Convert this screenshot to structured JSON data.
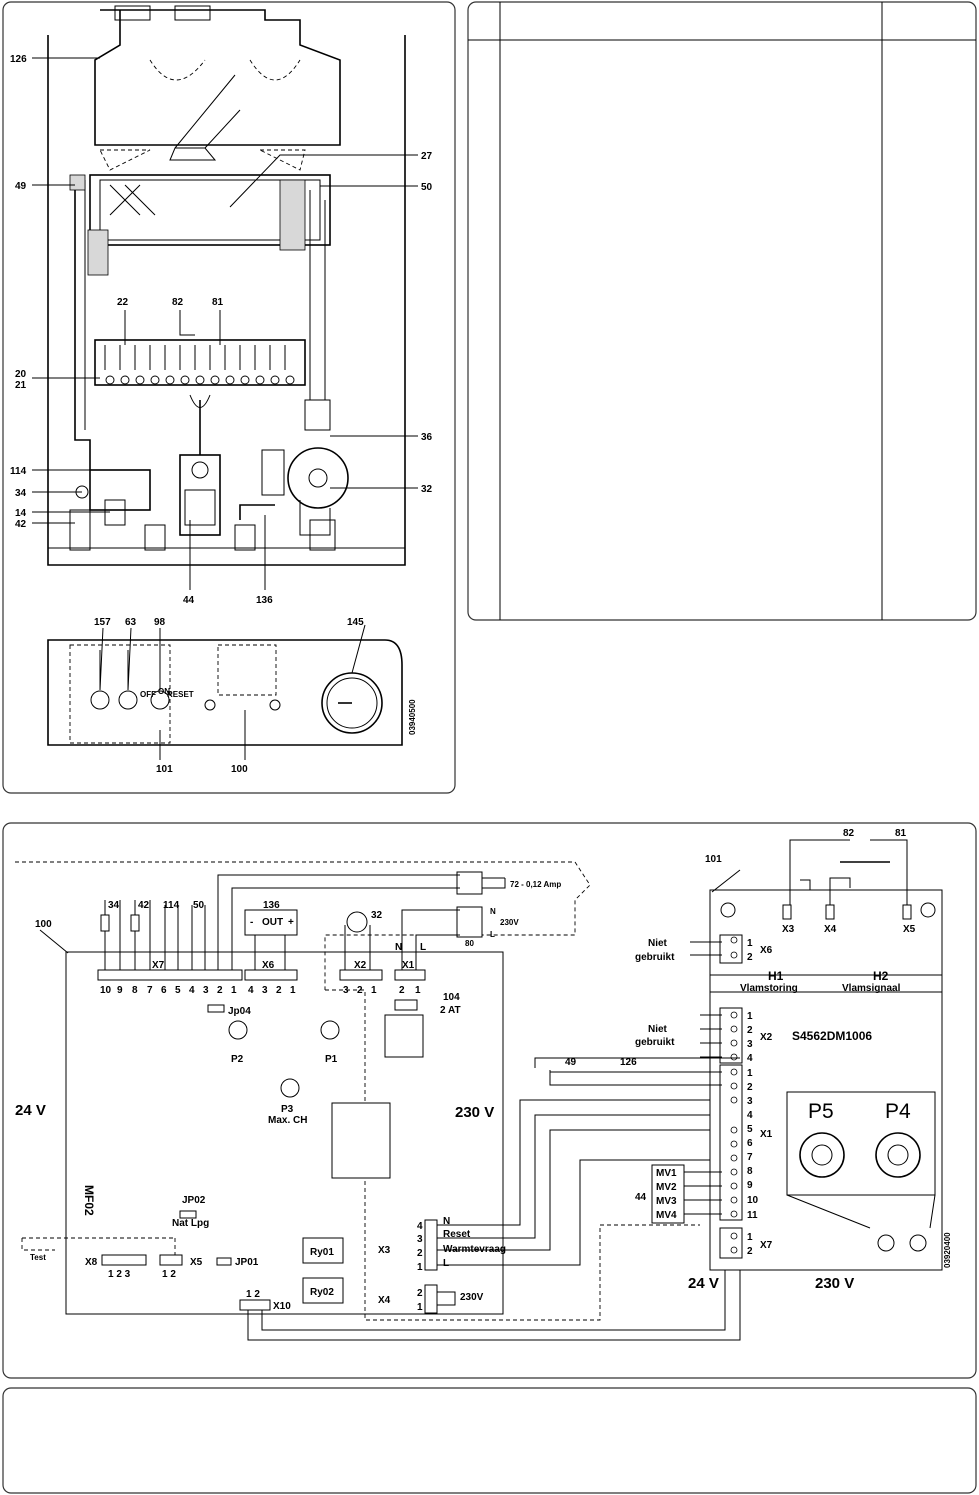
{
  "top_figure": {
    "callouts": {
      "c126": "126",
      "c49": "49",
      "c27": "27",
      "c50": "50",
      "c22": "22",
      "c82": "82",
      "c81": "81",
      "c20": "20",
      "c21": "21",
      "c36": "36",
      "c114": "114",
      "c34": "34",
      "c32": "32",
      "c14": "14",
      "c42": "42",
      "c44": "44",
      "c136": "136"
    }
  },
  "panel_figure": {
    "callouts": {
      "c157": "157",
      "c63": "63",
      "c98": "98",
      "c145": "145",
      "c101": "101",
      "c100": "100"
    },
    "switch_off": "OFF",
    "switch_on": "ON",
    "switch_reset": "RESET",
    "code": "03940500"
  },
  "wiring": {
    "board_100": "100",
    "board_101": "101",
    "mf02": "MF02",
    "v24_left": "24 V",
    "v230_mid": "230 V",
    "v24_right": "24 V",
    "v230_right": "230 V",
    "fuse_amp": "72 - 0,12 Amp",
    "mains_n": "N",
    "mains_v": "230V",
    "mains_l": "L",
    "term_80": "80",
    "c34": "34",
    "c42": "42",
    "c114": "114",
    "c50": "50",
    "c136": "136",
    "c32": "32",
    "c82": "82",
    "c81": "81",
    "c49": "49",
    "c126": "126",
    "c44": "44",
    "out_minus": "-",
    "out_label": "OUT",
    "out_plus": "+",
    "x7": "X7",
    "x6": "X6",
    "x2": "X2",
    "x1": "X1",
    "x7_pins": [
      "10",
      "9",
      "8",
      "7",
      "6",
      "5",
      "4",
      "3",
      "2",
      "1"
    ],
    "x6_pins": [
      "4",
      "3",
      "2",
      "1"
    ],
    "x2_pins": [
      "3",
      "2",
      "1"
    ],
    "x1_pins": [
      "2",
      "1"
    ],
    "x1_n": "N",
    "x1_l": "L",
    "fuse_104": "104",
    "fuse_rating": "2 AT",
    "jp04": "Jp04",
    "p2": "P2",
    "p1": "P1",
    "p3": "P3",
    "max_ch": "Max. CH",
    "jp02": "JP02",
    "nat_lpg": "Nat  Lpg",
    "test": "Test",
    "x8": "X8",
    "x8_pins": "1  2  3",
    "x5": "X5",
    "x5_pins": "1  2",
    "jp01": "JP01",
    "ry01": "Ry01",
    "ry02": "Ry02",
    "x10": "X10",
    "x10_pins": "1  2",
    "x3": "X3",
    "x3_n": "N",
    "x3_reset": "Reset",
    "x3_warm": "Warmtevraag",
    "x3_l": "L",
    "x3_pins": [
      "4",
      "3",
      "2",
      "1"
    ],
    "x4": "X4",
    "x4_v": "230V",
    "x4_pins": [
      "2",
      "1"
    ],
    "r_x3": "X3",
    "r_x4": "X4",
    "r_x5": "X5",
    "r_x6": "X6",
    "r_x6_pins": [
      "1",
      "2"
    ],
    "niet1": "Niet",
    "gebruikt1": "gebruikt",
    "h1": "H1",
    "h1_sub": "Vlamstoring",
    "h2": "H2",
    "h2_sub": "Vlamsignaal",
    "r_x2": "X2",
    "r_x2_pins": [
      "1",
      "2",
      "3",
      "4"
    ],
    "niet2": "Niet",
    "gebruikt2": "gebruikt",
    "model": "S4562DM1006",
    "r_x1": "X1",
    "r_x1_pins": [
      "1",
      "2",
      "3",
      "4",
      "5",
      "6",
      "7",
      "8",
      "9",
      "10",
      "11"
    ],
    "mv": [
      "MV1",
      "MV2",
      "MV3",
      "MV4"
    ],
    "p5": "P5",
    "p4": "P4",
    "r_x7": "X7",
    "r_x7_pins": [
      "1",
      "2"
    ],
    "code": "03920400"
  }
}
